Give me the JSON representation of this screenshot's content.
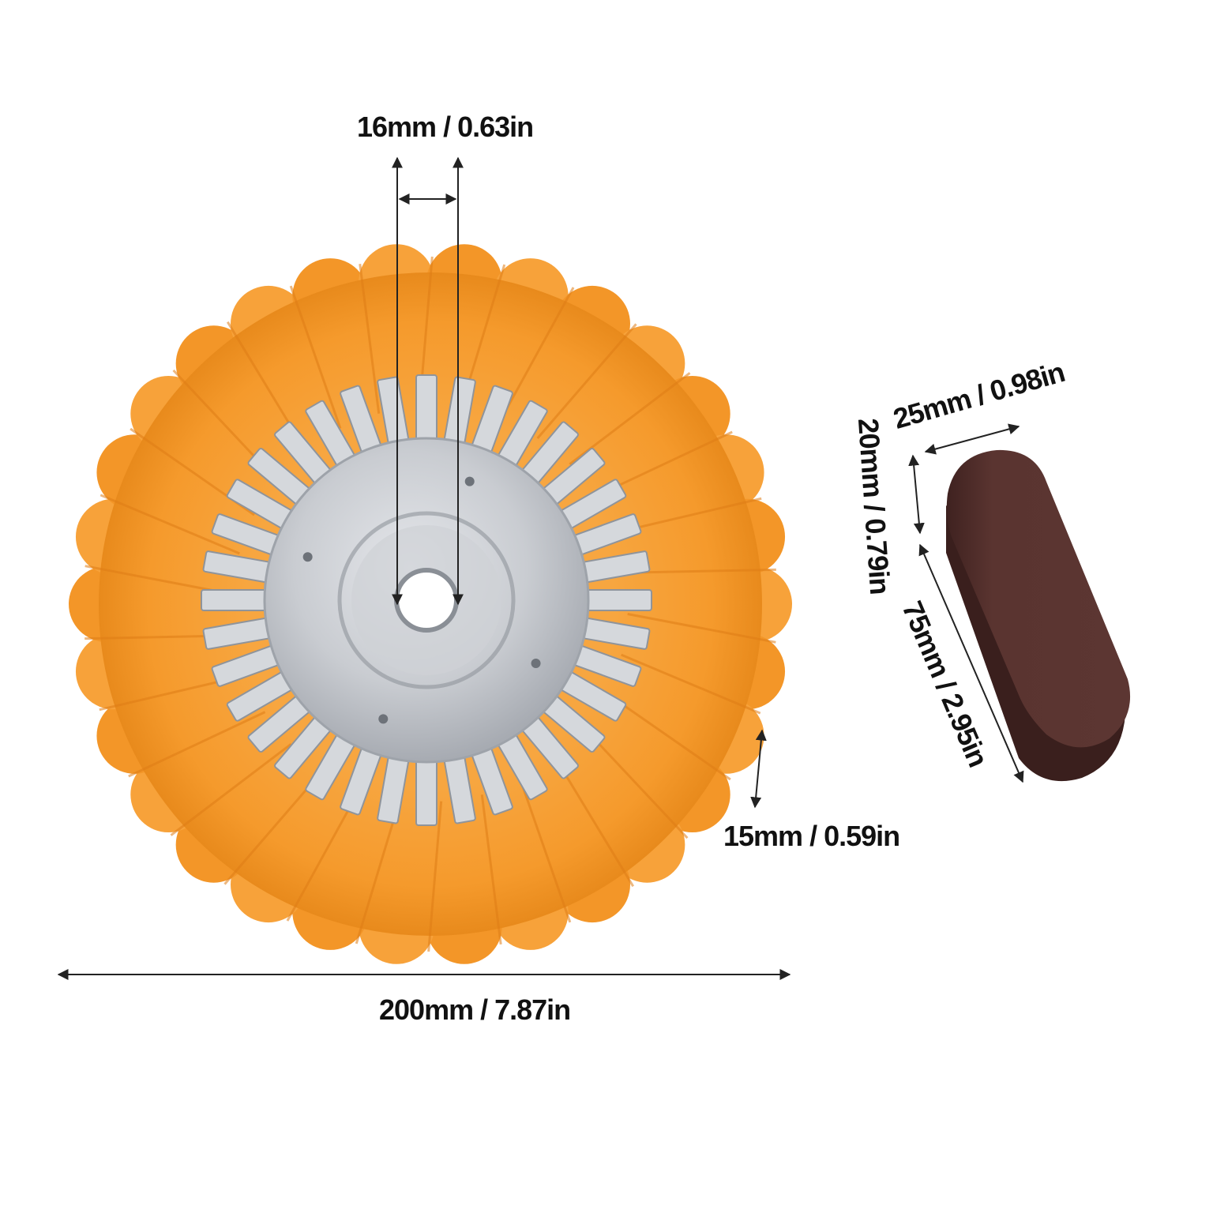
{
  "colors": {
    "fabric": "#f59a2c",
    "fabric_dark": "#e0801a",
    "metal": "#c9ccd1",
    "metal_dark": "#9ea3aa",
    "compound": "#5a3430",
    "compound_dark": "#442524",
    "dimension_line": "#222222",
    "label": "#111111"
  },
  "dimensions": {
    "arbor_hole": "16mm / 0.63in",
    "wheel_diameter": "200mm / 7.87in",
    "wheel_thickness": "15mm / 0.59in",
    "bar_width": "25mm / 0.98in",
    "bar_height": "20mm / 0.79in",
    "bar_length": "75mm / 2.95in"
  },
  "objects": {
    "wheel": {
      "name": "airway buffing wheel",
      "tab_count": 36
    },
    "bar": {
      "name": "polishing compound bar"
    }
  }
}
